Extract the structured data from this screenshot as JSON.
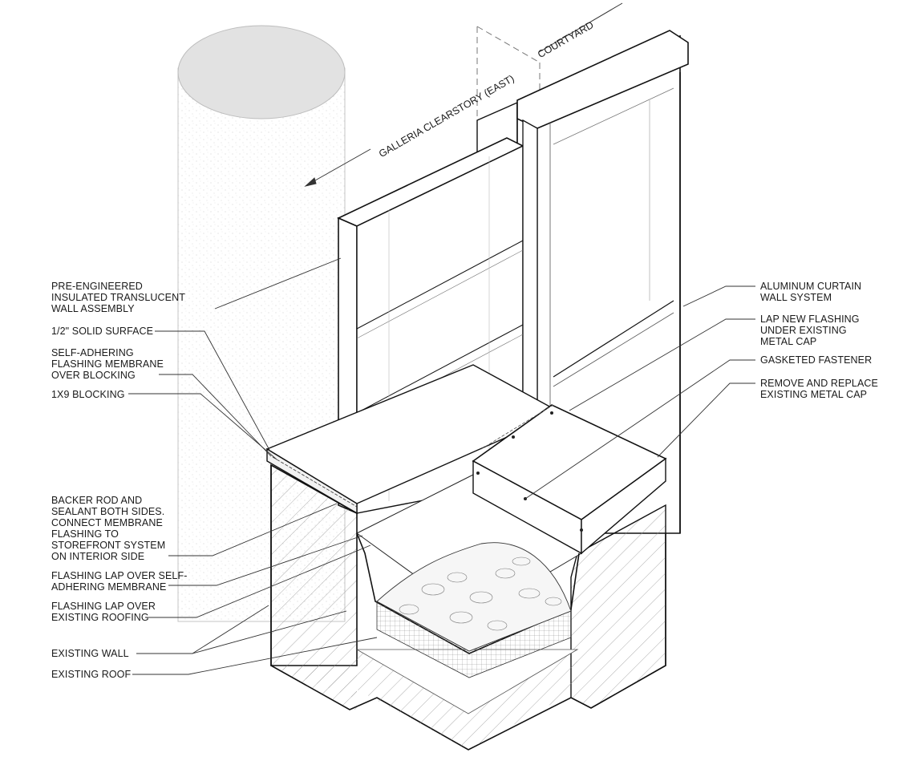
{
  "drawing": {
    "orientation": {
      "galleria": "GALLERIA CLEARSTORY (EAST)",
      "courtyard": "COURTYARD"
    },
    "callouts_left": [
      {
        "id": "translucent-wall",
        "text": "PRE-ENGINEERED\nINSULATED TRANSLUCENT\nWALL ASSEMBLY"
      },
      {
        "id": "solid-surface",
        "text": "1/2\" SOLID SURFACE"
      },
      {
        "id": "self-adhering-membrane",
        "text": "SELF-ADHERING\nFLASHING MEMBRANE\nOVER BLOCKING"
      },
      {
        "id": "blocking",
        "text": "1X9 BLOCKING"
      },
      {
        "id": "backer-rod",
        "text": "BACKER ROD AND\nSEALANT BOTH SIDES.\nCONNECT MEMBRANE\nFLASHING TO\nSTOREFRONT SYSTEM\nON INTERIOR SIDE"
      },
      {
        "id": "flashing-lap-membrane",
        "text": "FLASHING LAP OVER SELF-\nADHERING MEMBRANE"
      },
      {
        "id": "flashing-lap-roofing",
        "text": "FLASHING LAP OVER\nEXISTING ROOFING"
      },
      {
        "id": "existing-wall",
        "text": "EXISTING WALL"
      },
      {
        "id": "existing-roof",
        "text": "EXISTING ROOF"
      }
    ],
    "callouts_right": [
      {
        "id": "curtain-wall",
        "text": "ALUMINUM CURTAIN\nWALL SYSTEM"
      },
      {
        "id": "lap-new-flashing",
        "text": "LAP NEW FLASHING\nUNDER EXISTING\nMETAL CAP"
      },
      {
        "id": "gasketed-fastener",
        "text": "GASKETED FASTENER"
      },
      {
        "id": "metal-cap",
        "text": "REMOVE AND REPLACE\nEXISTING METAL CAP"
      }
    ]
  }
}
